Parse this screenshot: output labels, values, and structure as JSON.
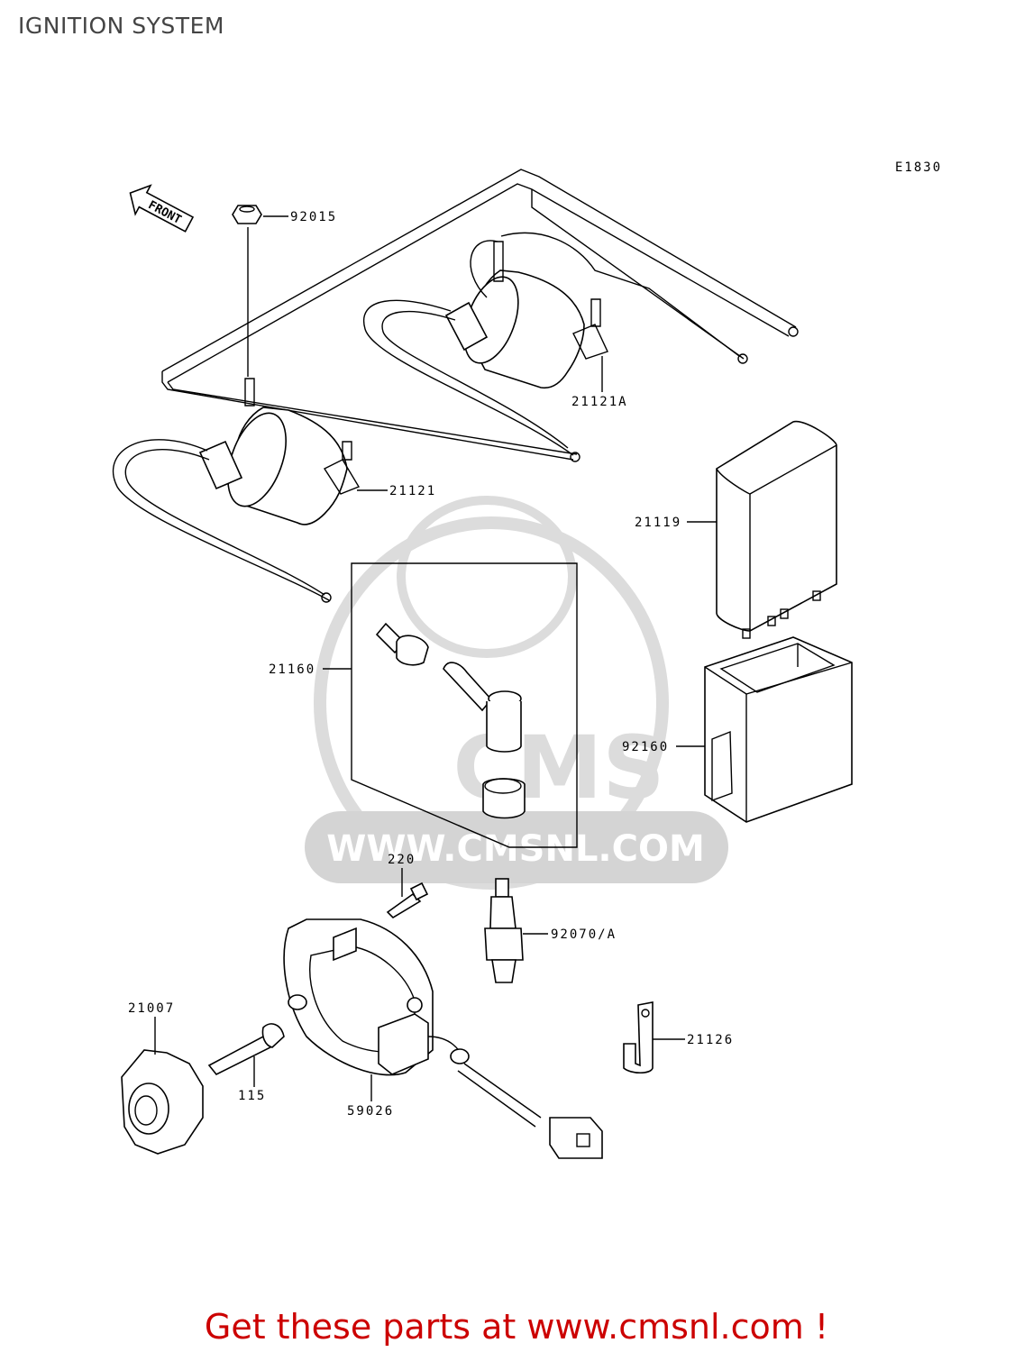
{
  "header": {
    "title": "IGNITION SYSTEM"
  },
  "diagram": {
    "figure_code": "E1830",
    "front_arrow_label": "FRONT",
    "watermark": {
      "brand": "CMS",
      "url": "WWW.CMSNL.COM"
    },
    "callouts": {
      "c92015": "92015",
      "c21121A": "21121A",
      "c21121": "21121",
      "c21119": "21119",
      "c21160": "21160",
      "c92160": "92160",
      "c220": "220",
      "c92070": "92070/A",
      "c21007": "21007",
      "c21126": "21126",
      "c115": "115",
      "c59026": "59026"
    }
  },
  "footer": {
    "text": "Get these parts at www.cmsnl.com !",
    "color": "#cc0000"
  }
}
